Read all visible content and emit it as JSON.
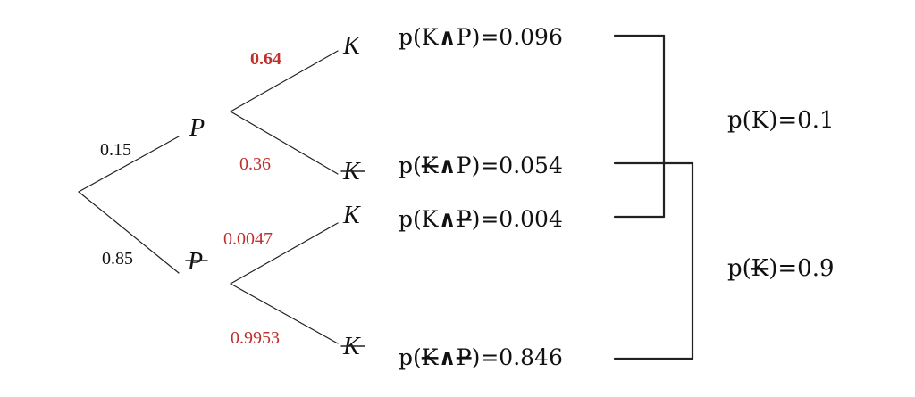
{
  "colors": {
    "line": "#222222",
    "ink": "#111111",
    "accent": "#c0302c"
  },
  "tree": {
    "root_branches": [
      {
        "prob": "0.15",
        "prob_color": "ink",
        "node": "P",
        "negated": false
      },
      {
        "prob": "0.85",
        "prob_color": "ink",
        "node": "P",
        "negated": true
      }
    ],
    "leaf_branches": [
      {
        "prob": "0.64",
        "prob_color": "accent",
        "bold": true,
        "node": "K",
        "negated": false
      },
      {
        "prob": "0.36",
        "prob_color": "accent",
        "bold": false,
        "node": "K",
        "negated": true
      },
      {
        "prob": "0.0047",
        "prob_color": "accent",
        "bold": false,
        "node": "K",
        "negated": false
      },
      {
        "prob": "0.9953",
        "prob_color": "accent",
        "bold": false,
        "node": "K",
        "negated": true
      }
    ]
  },
  "results": [
    {
      "k": "K",
      "k_neg": false,
      "op": "∧",
      "p": "P",
      "p_neg": false,
      "value": "0.096"
    },
    {
      "k": "K",
      "k_neg": true,
      "op": "∧",
      "p": "P",
      "p_neg": false,
      "value": "0.054"
    },
    {
      "k": "K",
      "k_neg": false,
      "op": "∧",
      "p": "P",
      "p_neg": true,
      "value": "0.004"
    },
    {
      "k": "K",
      "k_neg": true,
      "op": "∧",
      "p": "P",
      "p_neg": true,
      "value": "0.846"
    }
  ],
  "totals": [
    {
      "var": "K",
      "negated": false,
      "value": "0.1"
    },
    {
      "var": "K",
      "negated": true,
      "value": "0.9"
    }
  ]
}
